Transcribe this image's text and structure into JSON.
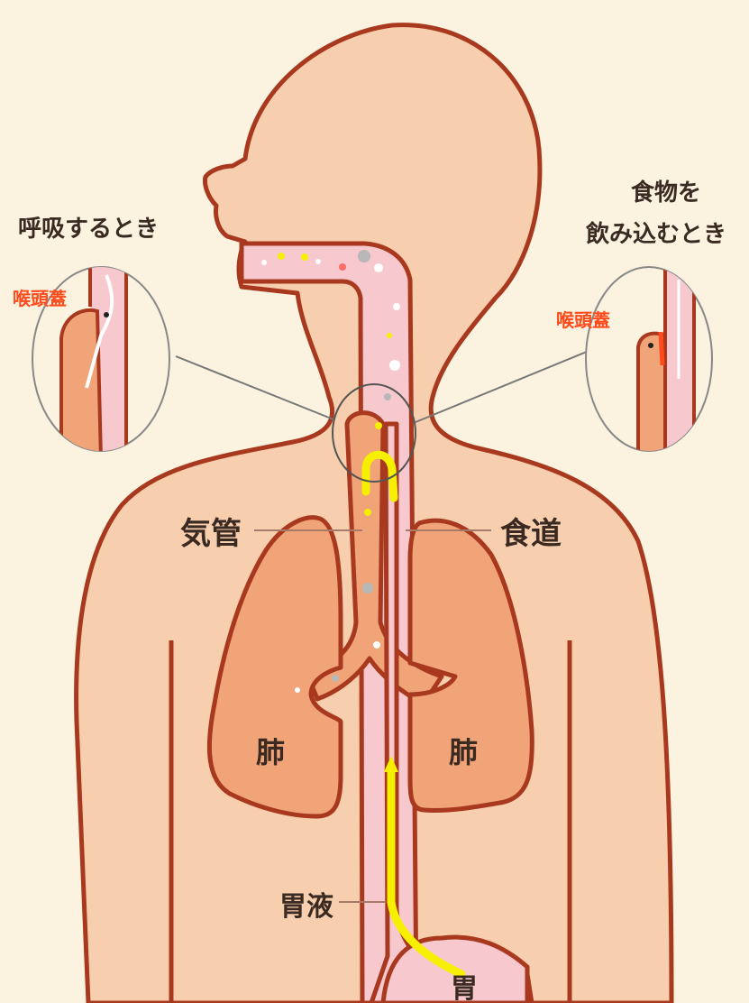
{
  "labels": {
    "breathing": "呼吸するとき",
    "swallowing_line1": "食物を",
    "swallowing_line2": "飲み込むとき",
    "epiglottis_left": "喉頭蓋",
    "epiglottis_right": "喉頭蓋",
    "trachea": "気管",
    "esophagus": "食道",
    "lung_left": "肺",
    "lung_right": "肺",
    "gastric_juice": "胃液",
    "stomach": "胃"
  },
  "colors": {
    "background": "#fbf3df",
    "skin": "#f8cfae",
    "outline": "#a8391f",
    "lung": "#f0a478",
    "airway": "#f7c9cf",
    "food_path": "#f6f000",
    "label_red": "#ff4a1c"
  }
}
